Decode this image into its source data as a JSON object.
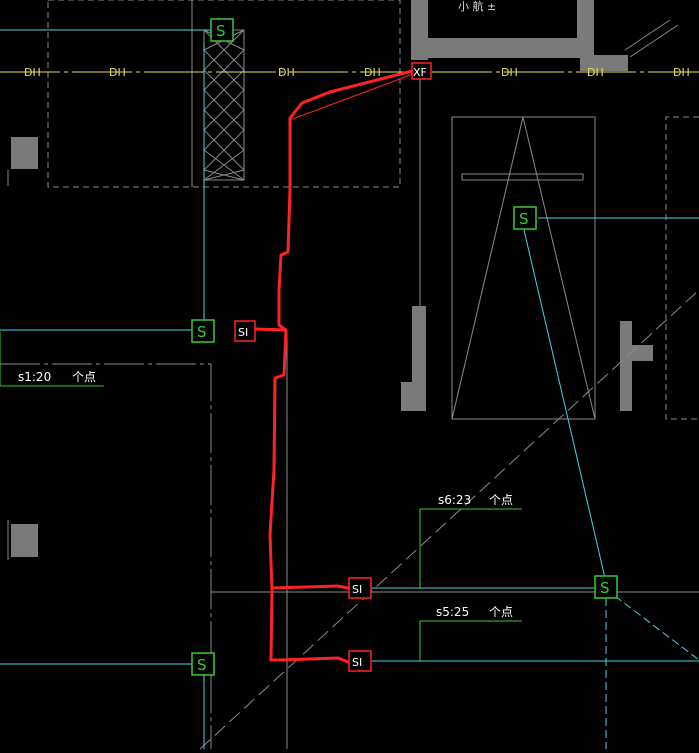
{
  "colors": {
    "background": "#000000",
    "cyan": "#3fd8df",
    "grey": "#8a8a8a",
    "gray_fill": "#7a7a7a",
    "white_line": "#d9d9d9",
    "yellow": "#e3e35a",
    "green": "#33cc33",
    "red": "#ff2222",
    "label_white": "#ffffff"
  },
  "dh_labels": [
    "DH",
    "DH",
    "DH",
    "DH",
    "DH",
    "DH",
    "DH"
  ],
  "top_text": "小 航 ±",
  "xf_label": "XF",
  "sensor_symbol": "S",
  "si_labels": [
    "SI",
    "SI",
    "SI"
  ],
  "annotations": [
    {
      "code": "s1:20",
      "unit": "个点"
    },
    {
      "code": "s6:23",
      "unit": "个点"
    },
    {
      "code": "s5:25",
      "unit": "个点"
    }
  ]
}
